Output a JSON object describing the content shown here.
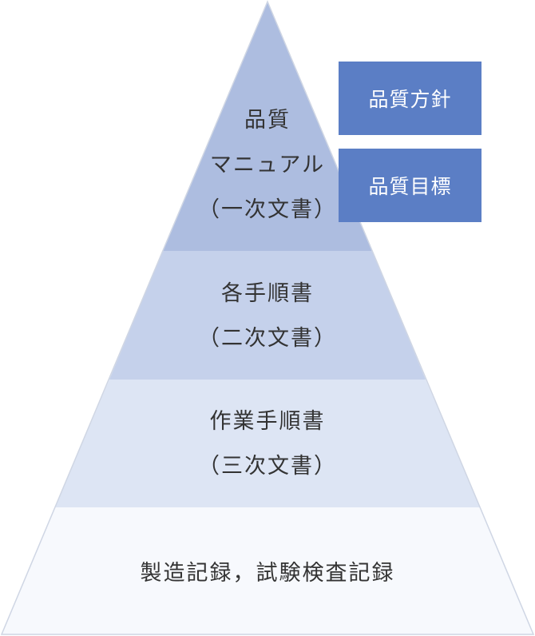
{
  "tiers": [
    {
      "lines": [
        "品質",
        "マニュアル",
        "（一次文書）"
      ],
      "color": "#adbde0"
    },
    {
      "lines": [
        "各手順書",
        "（二次文書）"
      ],
      "color": "#c5d1eb"
    },
    {
      "lines": [
        "作業手順書",
        "（三次文書）"
      ],
      "color": "#dde5f4"
    },
    {
      "lines": [
        "製造記録，試験検査記録"
      ],
      "color": "#f7f9fd"
    }
  ],
  "tags": [
    "品質方針",
    "品質目標"
  ],
  "colors": {
    "tag_bg": "#5b7ec5",
    "outline": "#cfd6e4",
    "text": "#333333"
  }
}
